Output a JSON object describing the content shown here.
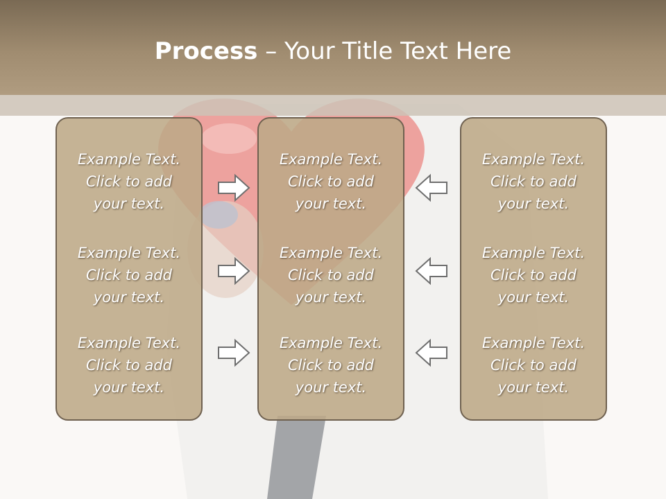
{
  "slide": {
    "title_bold": "Process",
    "title_rest": " – Your Title Text Here"
  },
  "columns": [
    {
      "items": [
        {
          "l1": "Example Text.",
          "l2": "Click  to add",
          "l3": "your text."
        },
        {
          "l1": "Example Text.",
          "l2": "Click  to add",
          "l3": "your text."
        },
        {
          "l1": "Example Text.",
          "l2": "Click  to add",
          "l3": "your text."
        }
      ]
    },
    {
      "items": [
        {
          "l1": "Example Text.",
          "l2": "Click  to add",
          "l3": "your text."
        },
        {
          "l1": "Example Text.",
          "l2": "Click  to add",
          "l3": "your text."
        },
        {
          "l1": "Example Text.",
          "l2": "Click  to add",
          "l3": "your text."
        }
      ]
    },
    {
      "items": [
        {
          "l1": "Example Text.",
          "l2": "Click  to add",
          "l3": "your text."
        },
        {
          "l1": "Example Text.",
          "l2": "Click  to add",
          "l3": "your text."
        },
        {
          "l1": "Example Text.",
          "l2": "Click  to add",
          "l3": "your text."
        }
      ]
    }
  ],
  "icons": {
    "left_arrows": "arrow-right-icon",
    "right_arrows": "arrow-left-icon"
  },
  "colors": {
    "title_bar": "#a08c70",
    "panel_fill": "#bda887",
    "panel_border": "#6f6150",
    "arrow_stroke": "#6e6e6e"
  }
}
